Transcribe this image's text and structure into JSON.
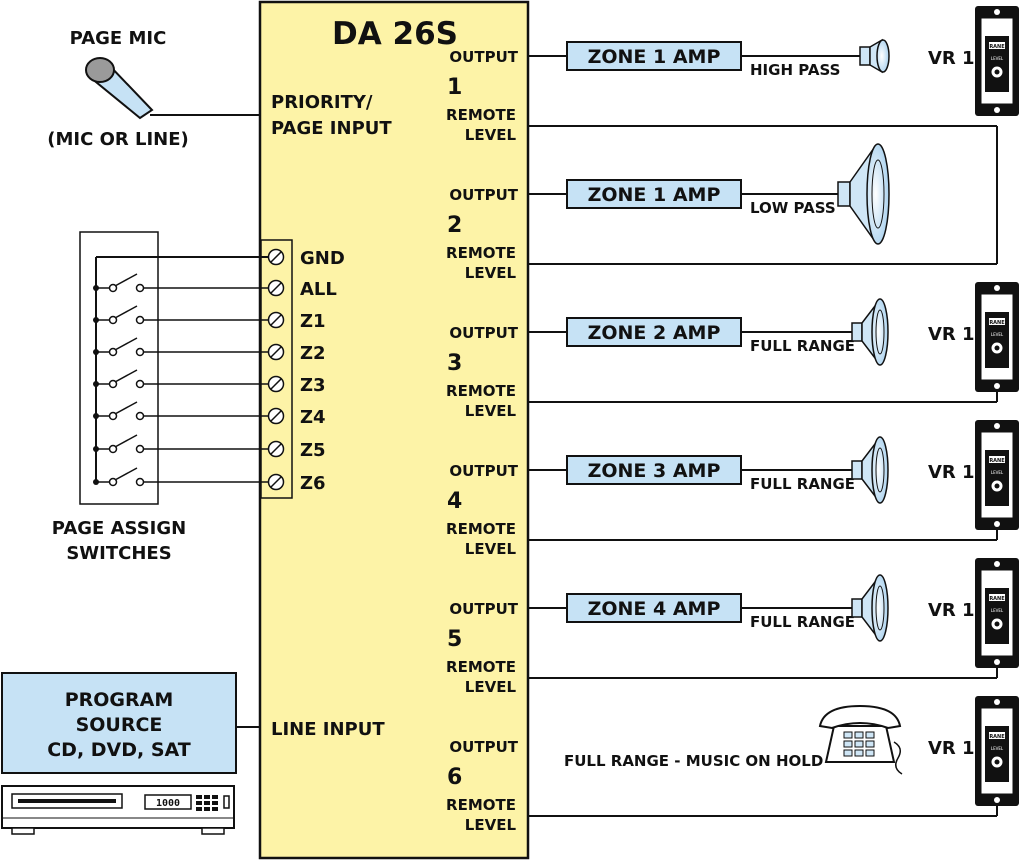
{
  "device": {
    "title": "DA 26S",
    "priority_input": [
      "PRIORITY/",
      "PAGE INPUT"
    ],
    "line_input": "LINE INPUT",
    "terminals": [
      "GND",
      "ALL",
      "Z1",
      "Z2",
      "Z3",
      "Z4",
      "Z5",
      "Z6"
    ],
    "output_label": "OUTPUT",
    "remote_label": [
      "REMOTE",
      "LEVEL"
    ],
    "channels": [
      "1",
      "2",
      "3",
      "4",
      "5",
      "6"
    ]
  },
  "page_mic": {
    "title": "PAGE MIC",
    "subtitle": "(MIC OR LINE)"
  },
  "switches": {
    "caption": [
      "PAGE ASSIGN",
      "SWITCHES"
    ]
  },
  "program_source": {
    "lines": [
      "PROGRAM",
      "SOURCE",
      "CD, DVD, SAT"
    ],
    "display": "1000"
  },
  "zones": [
    {
      "amp": "ZONE 1 AMP",
      "filter": "HIGH PASS",
      "speaker": "tweeter",
      "vr": "VR 1"
    },
    {
      "amp": "ZONE 1 AMP",
      "filter": "LOW PASS",
      "speaker": "woofer",
      "vr": ""
    },
    {
      "amp": "ZONE 2 AMP",
      "filter": "FULL RANGE",
      "speaker": "full",
      "vr": "VR 1"
    },
    {
      "amp": "ZONE 3 AMP",
      "filter": "FULL RANGE",
      "speaker": "full",
      "vr": "VR 1"
    },
    {
      "amp": "ZONE 4 AMP",
      "filter": "FULL RANGE",
      "speaker": "full",
      "vr": "VR 1"
    },
    {
      "amp": "",
      "filter": "FULL RANGE - MUSIC ON HOLD",
      "speaker": "telephone",
      "vr": "VR 1"
    }
  ],
  "vr_plate": {
    "brand": "RANE",
    "knob_label": "LEVEL"
  },
  "colors": {
    "device_fill": "#fdf3a7",
    "box_fill": "#c6e2f5",
    "speaker_fill": "#cfe6f6",
    "wire": "#111111"
  }
}
